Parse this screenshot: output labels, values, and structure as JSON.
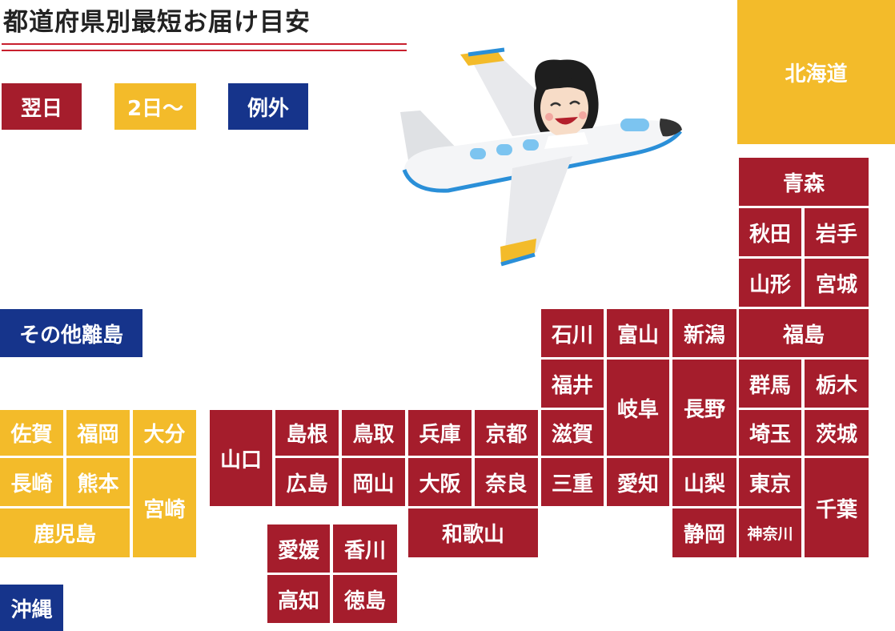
{
  "title": "都道府県別最短お届け目安",
  "legend": {
    "next_day": "翌日",
    "two_days": "2日〜",
    "exception": "例外"
  },
  "colors": {
    "next_day": "#a51d2c",
    "two_days": "#f3bb2a",
    "exception": "#16348b"
  },
  "illustration": "airplane-with-pilot",
  "regions": {
    "hokkaido": "北海道",
    "aomori": "青森",
    "akita": "秋田",
    "iwate": "岩手",
    "yamagata": "山形",
    "miyagi": "宮城",
    "fukushima": "福島",
    "ishikawa": "石川",
    "toyama": "富山",
    "niigata": "新潟",
    "fukui": "福井",
    "gifu": "岐阜",
    "nagano": "長野",
    "gunma": "群馬",
    "tochigi": "栃木",
    "saitama": "埼玉",
    "ibaraki": "茨城",
    "shiga": "滋賀",
    "mie": "三重",
    "aichi": "愛知",
    "yamanashi": "山梨",
    "tokyo": "東京",
    "chiba": "千葉",
    "shizuoka": "静岡",
    "kanagawa": "神奈川",
    "kyoto": "京都",
    "nara": "奈良",
    "hyogo": "兵庫",
    "osaka": "大阪",
    "wakayama": "和歌山",
    "tottori": "鳥取",
    "okayama": "岡山",
    "shimane": "島根",
    "hiroshima": "広島",
    "yamaguchi": "山口",
    "ehime": "愛媛",
    "kagawa": "香川",
    "kochi": "高知",
    "tokushima": "徳島",
    "saga": "佐賀",
    "fukuoka": "福岡",
    "oita": "大分",
    "nagasaki": "長崎",
    "kumamoto": "熊本",
    "miyazaki": "宮崎",
    "kagoshima": "鹿児島",
    "other_islands": "その他離島",
    "okinawa": "沖縄"
  }
}
